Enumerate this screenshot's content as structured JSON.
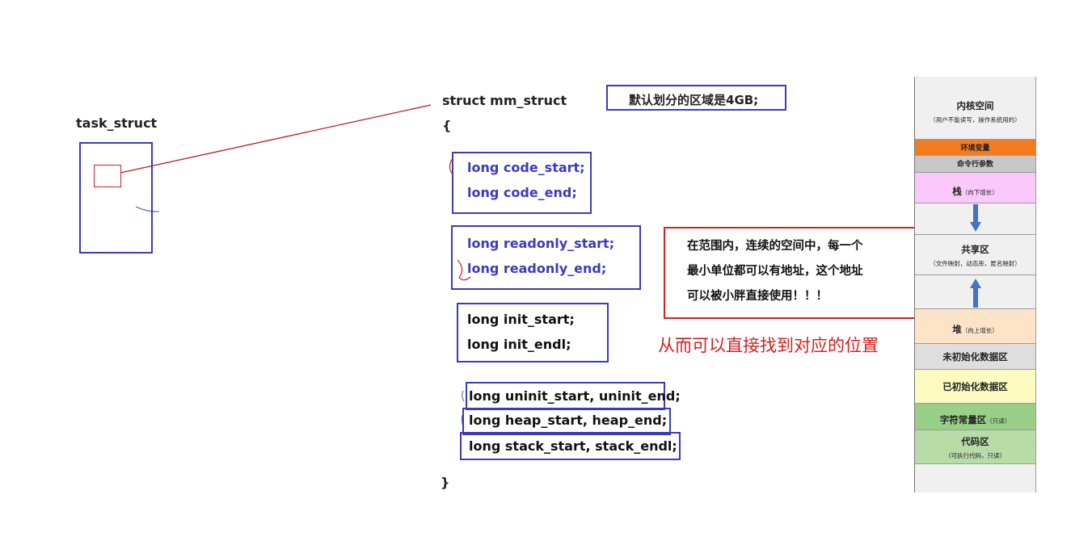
{
  "task_struct": {
    "title": "task_struct"
  },
  "mm_struct": {
    "header": "struct mm_struct",
    "open_brace": "{",
    "close_brace": "}",
    "fields": {
      "code_start": "long code_start;",
      "code_end": "long code_end;",
      "readonly_start": "long readonly_start;",
      "readonly_end": "long readonly_end;",
      "init_start": "long init_start;",
      "init_end": "long init_endl;",
      "uninit": "long uninit_start, uninit_end;",
      "heap": "long heap_start, heap_end;",
      "stack": "long stack_start, stack_endl;"
    }
  },
  "default_note": "默认划分的区域是4GB;",
  "address_note": {
    "line1": "在范围内，连续的空间中，每一个",
    "line2": "最小单位都可以有地址，这个地址",
    "line3": "可以被小胖直接使用！！！"
  },
  "find_position_text": "从而可以直接找到对应的位置",
  "memory_layout": {
    "kernel": {
      "title": "内核空间",
      "sub": "（用户不能读写，操作系统用的）"
    },
    "env": {
      "title": "环境变量"
    },
    "cmdline": {
      "title": "命令行参数"
    },
    "stack": {
      "title": "栈",
      "note": "（向下增长）"
    },
    "shared": {
      "title": "共享区",
      "sub": "（文件映射，动态库，匿名映射）"
    },
    "heap": {
      "title": "堆",
      "note": "（向上增长）"
    },
    "bss": {
      "title": "未初始化数据区"
    },
    "data": {
      "title": "已初始化数据区"
    },
    "rodata": {
      "title": "字符常量区",
      "note": "（只读）"
    },
    "text": {
      "title": "代码区",
      "sub": "（可执行代码，只读）"
    }
  },
  "colors": {
    "code_box": "#3b3bbd",
    "callout": "#d42020",
    "env": "#f47c20",
    "cmdline": "#c8c8c8",
    "stack": "#fbc8fb",
    "heap": "#fde3c8",
    "bss": "#dedede",
    "data": "#fdfbc0",
    "rodata": "#99cf88",
    "text": "#b7dca8",
    "arrow": "#4472c4"
  }
}
